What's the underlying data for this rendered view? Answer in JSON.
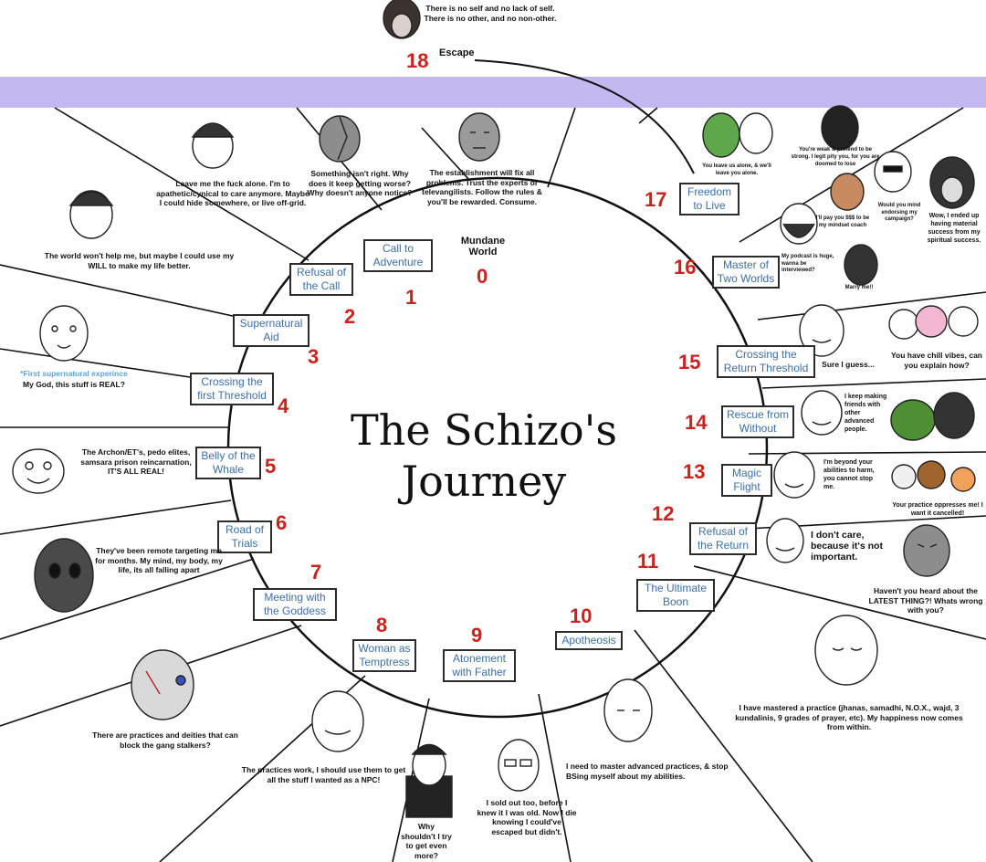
{
  "title": {
    "line1": "The Schizo's",
    "line2": "Journey"
  },
  "colors": {
    "band": "#c5b7ef",
    "number": "#c8231f",
    "stage_label": "#3b6fa6"
  },
  "top": {
    "quote": "There is no self and no lack of self. There is no other, and no non-other.",
    "escape_label": "Escape",
    "escape_number": "18"
  },
  "stages": [
    {
      "n": "0",
      "label": "Mundane World"
    },
    {
      "n": "1",
      "label": "Call to Adventure"
    },
    {
      "n": "2",
      "label": "Refusal of the Call"
    },
    {
      "n": "3",
      "label": "Supernatural Aid"
    },
    {
      "n": "4",
      "label": "Crossing the first Threshold"
    },
    {
      "n": "5",
      "label": "Belly of the Whale"
    },
    {
      "n": "6",
      "label": "Road of Trials"
    },
    {
      "n": "7",
      "label": "Meeting with the Goddess"
    },
    {
      "n": "8",
      "label": "Woman as Temptress"
    },
    {
      "n": "9",
      "label": "Atonement with Father"
    },
    {
      "n": "10",
      "label": "Apotheosis"
    },
    {
      "n": "11",
      "label": "The Ultimate Boon"
    },
    {
      "n": "12",
      "label": "Refusal of the Return"
    },
    {
      "n": "13",
      "label": "Magic Flight"
    },
    {
      "n": "14",
      "label": "Rescue from Without"
    },
    {
      "n": "15",
      "label": "Crossing the Return Threshold"
    },
    {
      "n": "16",
      "label": "Master of Two Worlds"
    },
    {
      "n": "17",
      "label": "Freedom to Live"
    }
  ],
  "quotes": {
    "s0": "The establishment will fix all problems. Trust the experts or televangilists. Follow the rules & you'll be rewarded. Consume.",
    "s1": "Something isn't right. Why does it keep getting worse? Why doesn't anyone notice?",
    "s2": "Leave me the fuck alone. I'm to apathetic/cynical to care anymore. Maybe I could hide somewhere, or live off-grid.",
    "s3": "The world won't help me, but maybe I could use my WILL to make my life better.",
    "s4_note": "*First supernatural experince",
    "s4": "My God, this stuff is REAL?",
    "s5": "The Archon/ET's, pedo elites, samsara prison reincarnation, IT'S ALL REAL!",
    "s6": "They've been remote targeting me for months. My mind, my body, my life, its all falling apart",
    "s7": "There are practices and deities that can block the gang stalkers?",
    "s8": "The practices work, I should use them to get all the stuff I wanted as a NPC!",
    "s9a": "Why shouldn't I try to get even more?",
    "s9b": "I sold out too, before I knew it I was old. Now I die knowing I could've escaped but didn't.",
    "s10": "I need to master advanced practices, & stop BSing myself about my abilities.",
    "s11": "I have mastered a practice (jhanas, samadhi, N.O.X., wajd, 3 kundalinis, 9 grades of prayer, etc). My happiness now comes from within.",
    "s12a": "I don't care, because it's not important.",
    "s12b": "Haven't you heard about the LATEST THING?! Whats wrong with you?",
    "s13a": "I'm beyond your abilities to harm, you cannot stop me.",
    "s13b": "Your practice oppresses me! I want it cancelled!",
    "s14": "I keep making friends with other advanced people.",
    "s15a": "Sure I guess...",
    "s15b": "You have chill vibes, can you explain how?",
    "s16a": "I'll pay you $$$ to be my mindset coach",
    "s16b": "Would you mind endorsing my campaign?",
    "s16c": "My podcast is huge, wanna be interviewed?",
    "s16d": "Marry me!!",
    "s16e": "Wow, I ended up having material success from my spiritual success.",
    "s17a": "You leave us alone, & we'll leave you alone.",
    "s17b": "You're weak & pretend to be strong. I legit pity you, for you are doomed to lose"
  }
}
